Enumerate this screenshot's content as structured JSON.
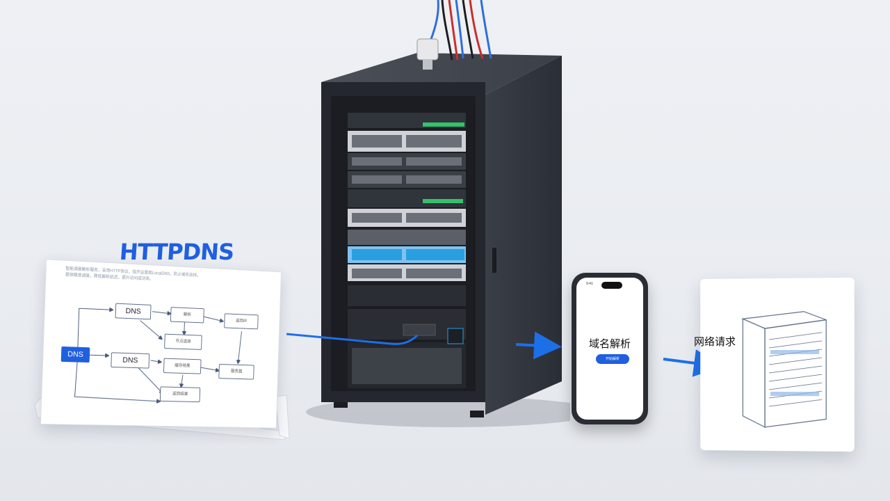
{
  "title": "HTTPDNS",
  "flow_card": {
    "intro_line_1": "智能调度解析服务，采用HTTP协议，绕开运营商LocalDNS，防止域名劫持，",
    "intro_line_2": "提供精准调度，降低解析延迟，提升访问成功率。",
    "nodes": {
      "dns_top": "DNS",
      "dns_left": "DNS",
      "dns_mid": "DNS",
      "n1": "解析",
      "n2": "返回IP",
      "n3": "节点选择",
      "n4": "缓存结果",
      "n5": "服务器",
      "n6": "返回结果"
    }
  },
  "phone": {
    "status_time": "9:41",
    "label": "域名解析",
    "button_label": "开始解析"
  },
  "network_request": {
    "label": "网络请求"
  },
  "colors": {
    "accent": "#1f5fe0",
    "rack": "#2b2f36",
    "link_blue": "#1d6fe8"
  }
}
